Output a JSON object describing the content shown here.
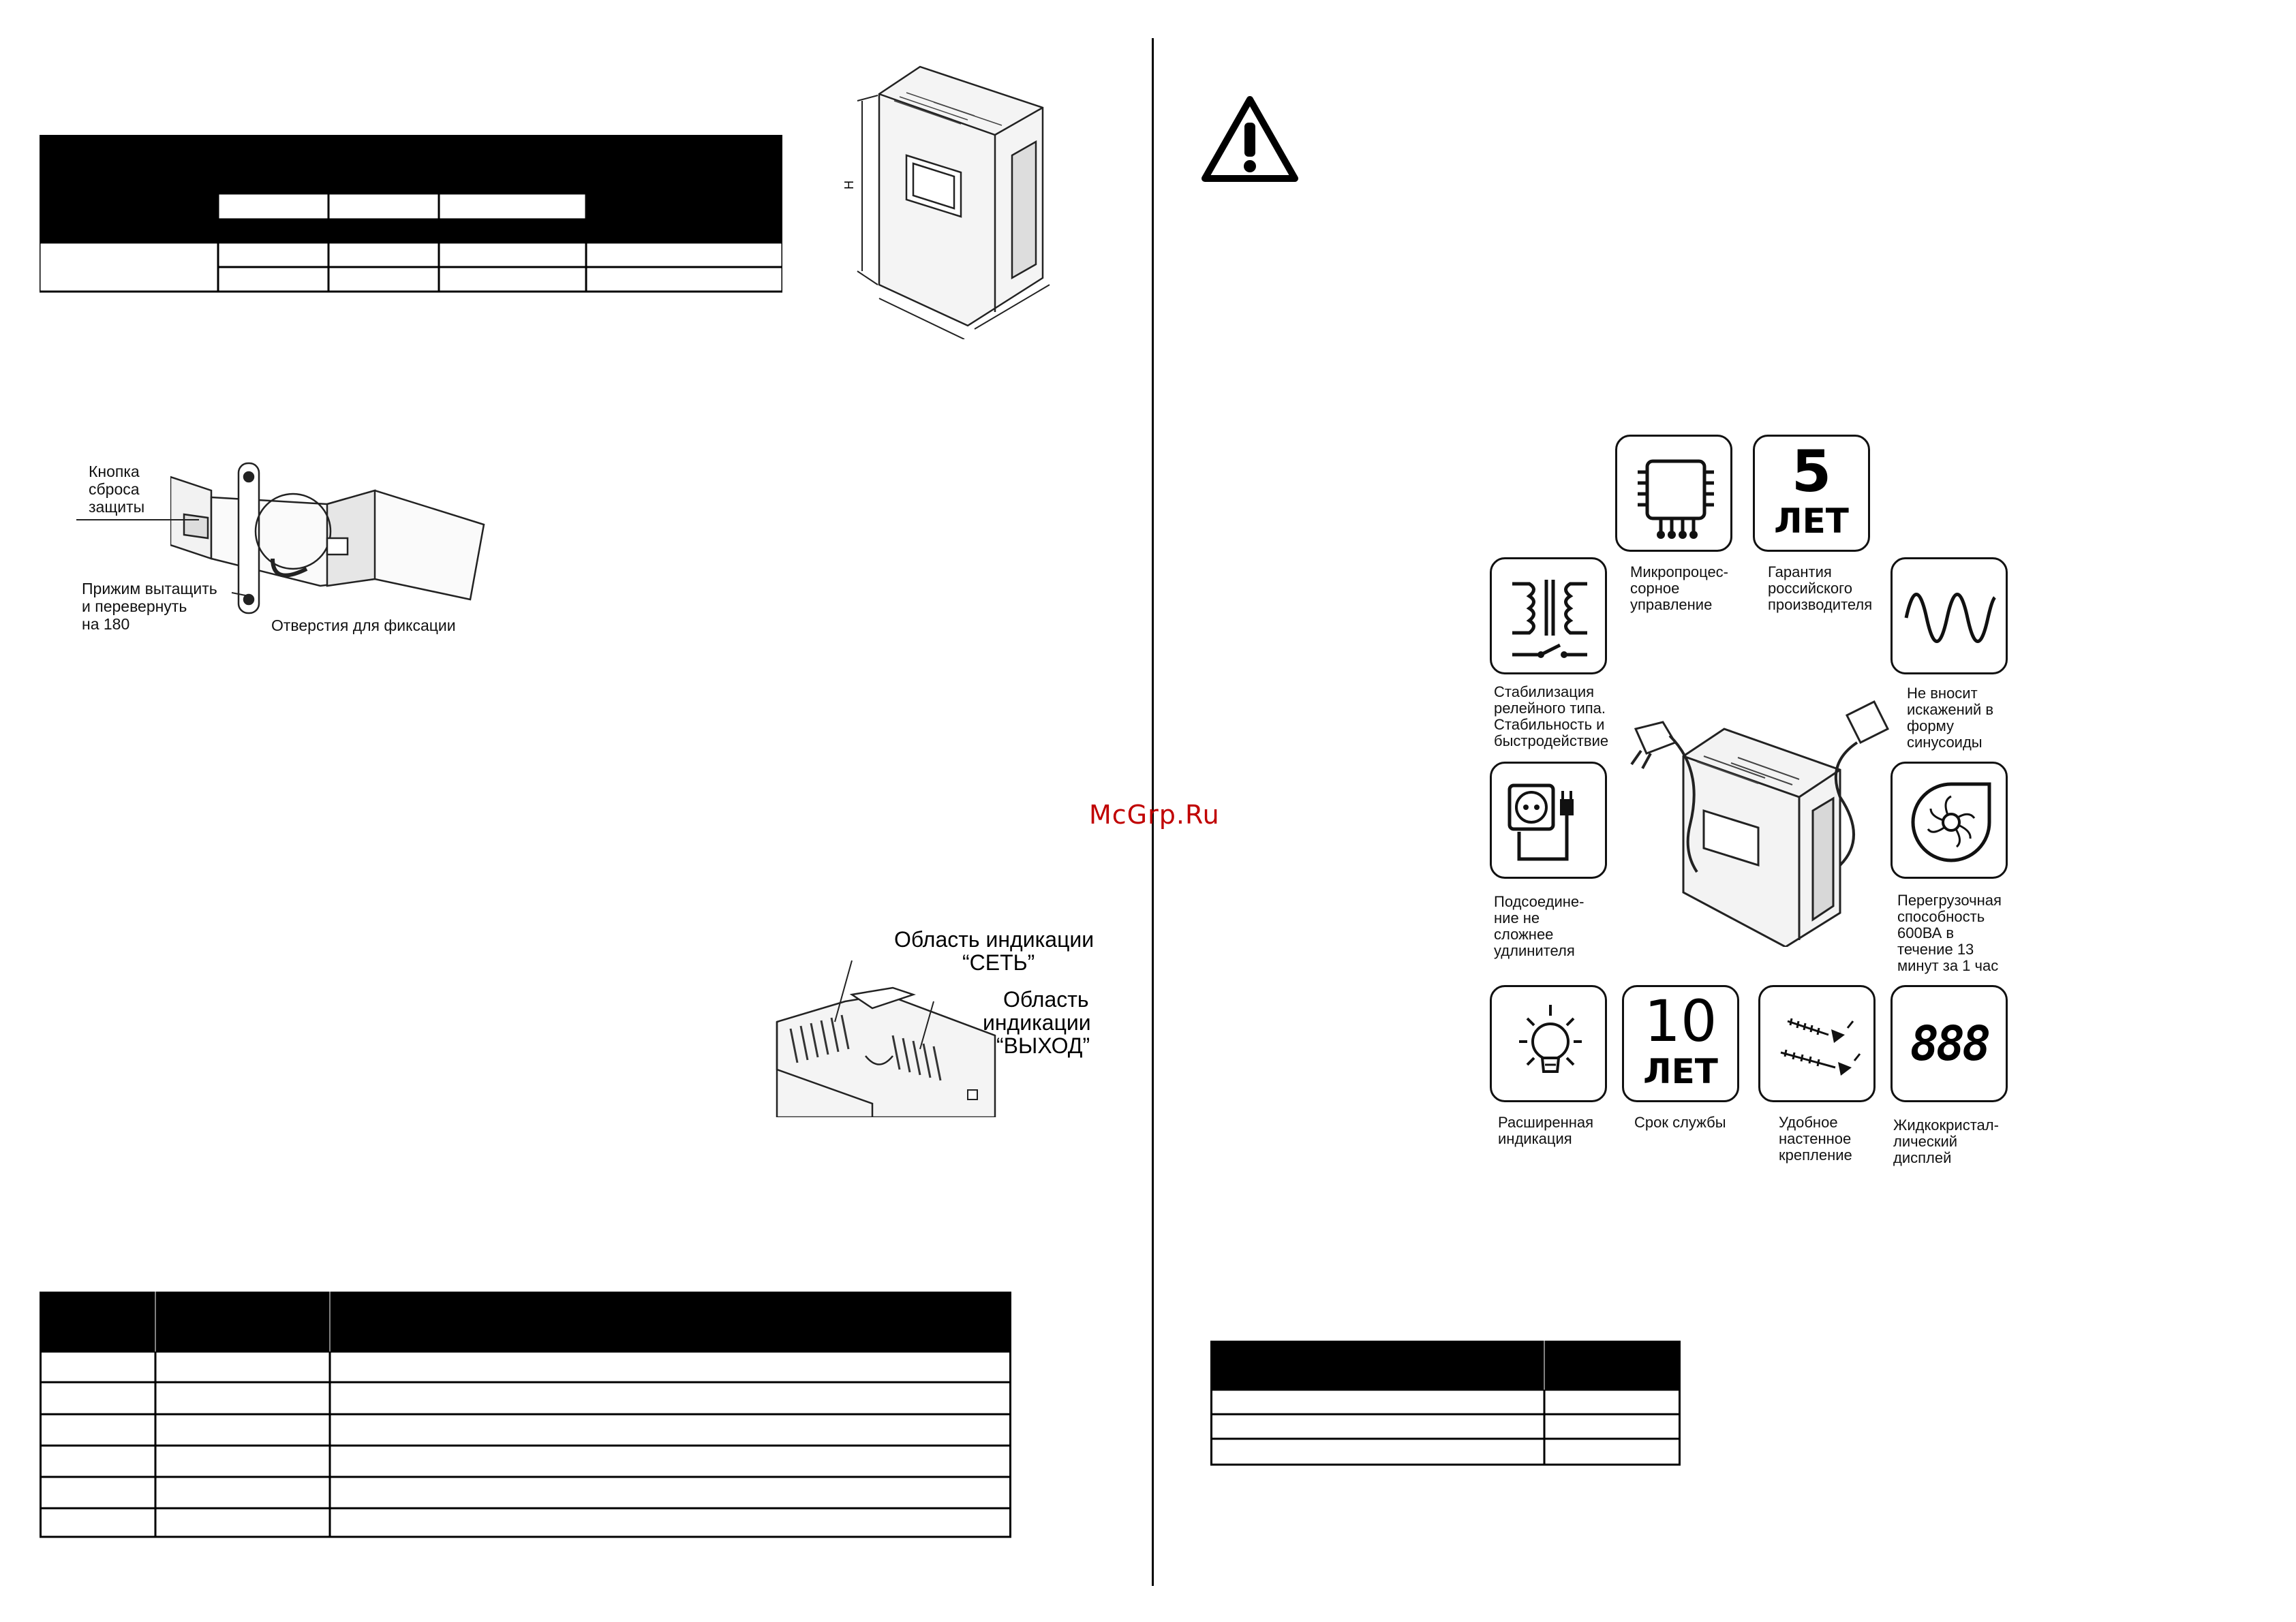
{
  "watermark": "McGrp.Ru",
  "callout_labels": {
    "reset_button": [
      "Кнопка",
      "сброса",
      "защиты"
    ],
    "clamp_instruction": [
      "Прижим вытащить",
      "и перевернуть",
      "на 180"
    ],
    "fixing_holes": "Отверстия для фиксации"
  },
  "indication_labels": {
    "network": [
      "Область индикации",
      "“СЕТЬ”"
    ],
    "output": [
      "Область",
      "индикации",
      "“ВЫХОД”"
    ]
  },
  "dimension_label": "H",
  "features": [
    {
      "icon": "microprocessor-icon",
      "label": [
        "Микропроцес-",
        "сорное",
        "управление"
      ]
    },
    {
      "icon": "warranty-5-years-icon",
      "tile_text": [
        "5",
        "ЛЕТ"
      ],
      "label": [
        "Гарантия",
        "российского",
        "производителя"
      ]
    },
    {
      "icon": "relay-transformer-icon",
      "label": [
        "Стабилизация",
        "релейного типа.",
        "Стабильность и",
        "быстродействие"
      ]
    },
    {
      "icon": "sine-wave-icon",
      "label": [
        "Не вносит",
        "искажений в",
        "форму",
        "синусоиды"
      ]
    },
    {
      "icon": "socket-plug-icon",
      "label": [
        "Подсоедине-",
        "ние не",
        "сложнее",
        "удлинителя"
      ]
    },
    {
      "icon": "fan-icon",
      "label": [
        "Перегрузочная",
        "способность",
        "600ВА в",
        "течение 13",
        "минут за 1 час"
      ]
    },
    {
      "icon": "bulb-icon",
      "label": [
        "Расширенная",
        "индикация"
      ]
    },
    {
      "icon": "service-10-years-icon",
      "tile_text": [
        "10",
        "ЛЕТ"
      ],
      "label": [
        "Срок службы"
      ]
    },
    {
      "icon": "wall-mount-screws-icon",
      "label": [
        "Удобное",
        "настенное",
        "крепление"
      ]
    },
    {
      "icon": "lcd-digits-icon",
      "tile_text": [
        "888"
      ],
      "label": [
        "Жидкокристал-",
        "лический",
        "дисплей"
      ]
    }
  ],
  "colors": {
    "ink": "#000000",
    "paper": "#ffffff",
    "watermark": "#c00000"
  }
}
